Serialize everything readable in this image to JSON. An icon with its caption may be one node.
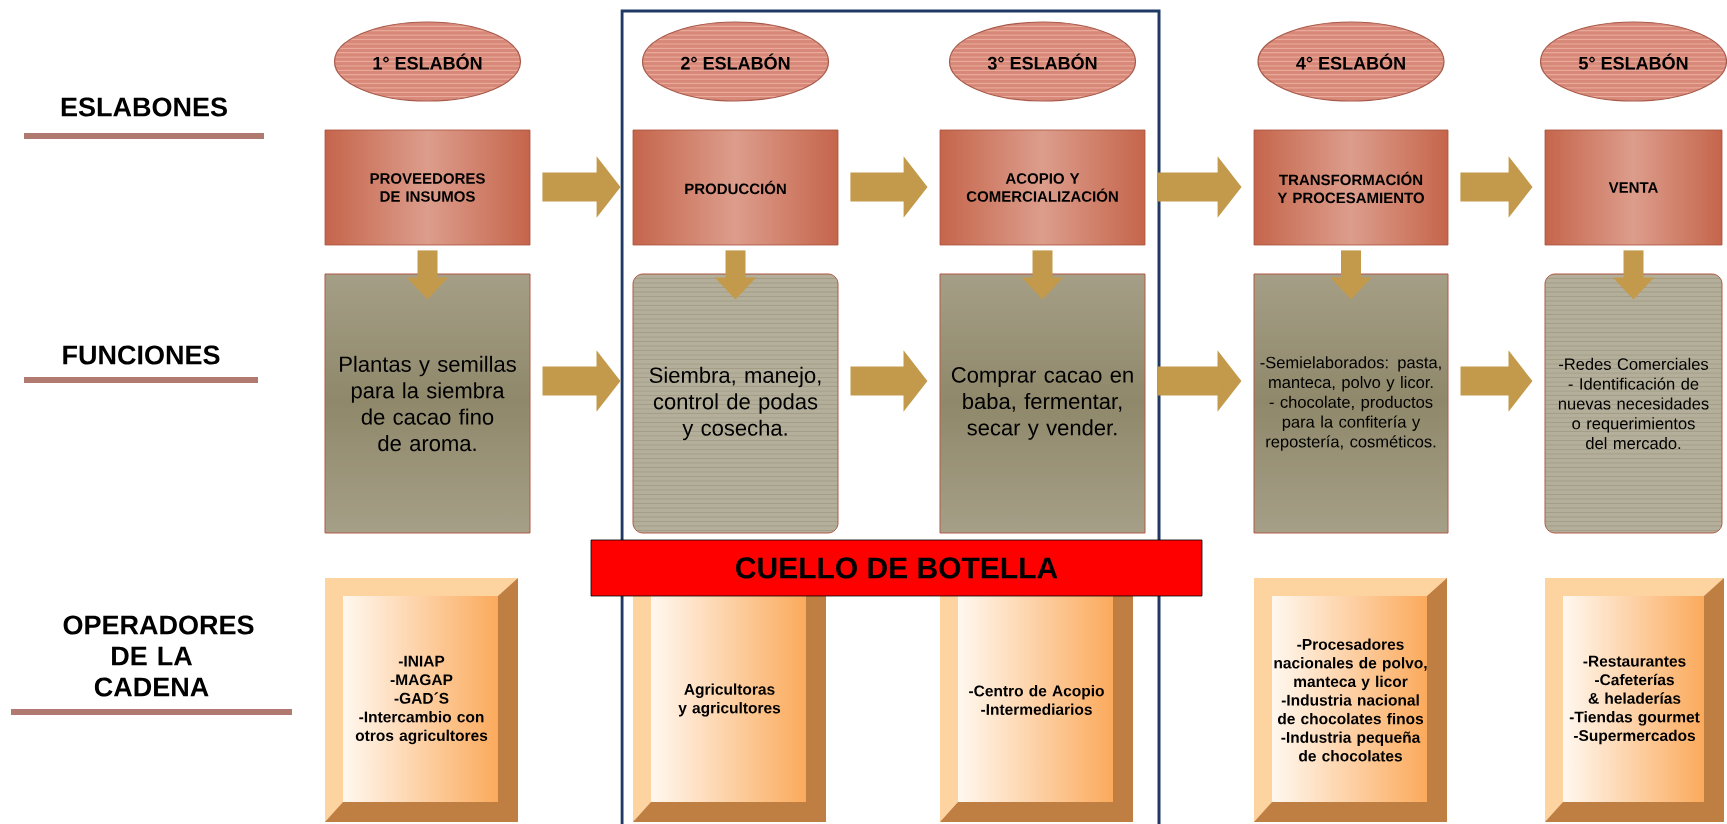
{
  "diagram": {
    "nodes": [
      {
        "text": [
          "1° ESLABÓN"
        ]
      },
      {
        "text": [
          "2° ESLABÓN"
        ]
      },
      {
        "text": [
          "3° ESLABÓN"
        ]
      },
      {
        "text": [
          "4° ESLABÓN"
        ]
      },
      {
        "text": [
          "5° ESLABÓN"
        ]
      },
      {
        "text": [
          "PROVEEDORES DE INSUMOS"
        ]
      },
      {
        "text": [
          "PRODUCCIÓN"
        ]
      },
      {
        "text": [
          "ACOPIO Y COMERCIALIZACIÓN"
        ]
      },
      {
        "text": [
          "TRANSFORMACIÓN Y PROCESAMIENTO"
        ]
      },
      {
        "text": [
          "VENTA"
        ]
      },
      {
        "text": [
          "Plantas y semillas para la siembra de cacao fino de aroma."
        ]
      },
      {
        "text": [
          "Siembra, manejo, control de podas y cosecha."
        ]
      },
      {
        "text": [
          "Comprar cacao en baba, fermentar, secar y vender."
        ]
      },
      {
        "text": [
          "-Semielaborados: pasta, manteca, polvo y licor.",
          "- chocolate, productos para la confitería y repostería, cosméticos."
        ]
      },
      {
        "text": [
          "-Redes Comerciales",
          "- Identificación de nuevas necesidades o requerimientos del mercado."
        ]
      },
      {
        "text": [
          "CUELLO DE BOTELLA"
        ]
      },
      {
        "text": [
          "-INIAP",
          "-MAGAP",
          "-GAD´S",
          "-Intercambio con otros agricultores"
        ]
      },
      {
        "text": [
          "Agricultoras y agricultores"
        ]
      },
      {
        "text": [
          "-Centro de Acopio",
          "-Intermediarios"
        ]
      },
      {
        "text": [
          "-Procesadores nacionales de polvo, manteca y licor",
          "-Industria nacional de chocolates finos",
          "-Industria pequeña de chocolates"
        ]
      },
      {
        "text": [
          "-Restaurantes",
          "-Cafeterías & heladerías",
          "-Tiendas gourmet",
          "-Supermercados"
        ]
      }
    ],
    "edges": [
      {
        "from": 5,
        "to": 6,
        "arrow": "to"
      },
      {
        "from": 6,
        "to": 7,
        "arrow": "to"
      },
      {
        "from": 7,
        "to": 8,
        "arrow": "to"
      },
      {
        "from": 8,
        "to": 9,
        "arrow": "to"
      },
      {
        "from": 5,
        "to": 10,
        "arrow": "to"
      },
      {
        "from": 6,
        "to": 11,
        "arrow": "to"
      },
      {
        "from": 7,
        "to": 12,
        "arrow": "to"
      },
      {
        "from": 8,
        "to": 13,
        "arrow": "to"
      },
      {
        "from": 9,
        "to": 14,
        "arrow": "to"
      },
      {
        "from": 10,
        "to": 11,
        "arrow": "to"
      },
      {
        "from": 11,
        "to": 12,
        "arrow": "to"
      },
      {
        "from": 12,
        "to": 13,
        "arrow": "to"
      },
      {
        "from": 13,
        "to": 14,
        "arrow": "to"
      }
    ],
    "labels": [
      "ESLABONES",
      "FUNCIONES",
      "OPERADORES DE LA CADENA"
    ]
  }
}
